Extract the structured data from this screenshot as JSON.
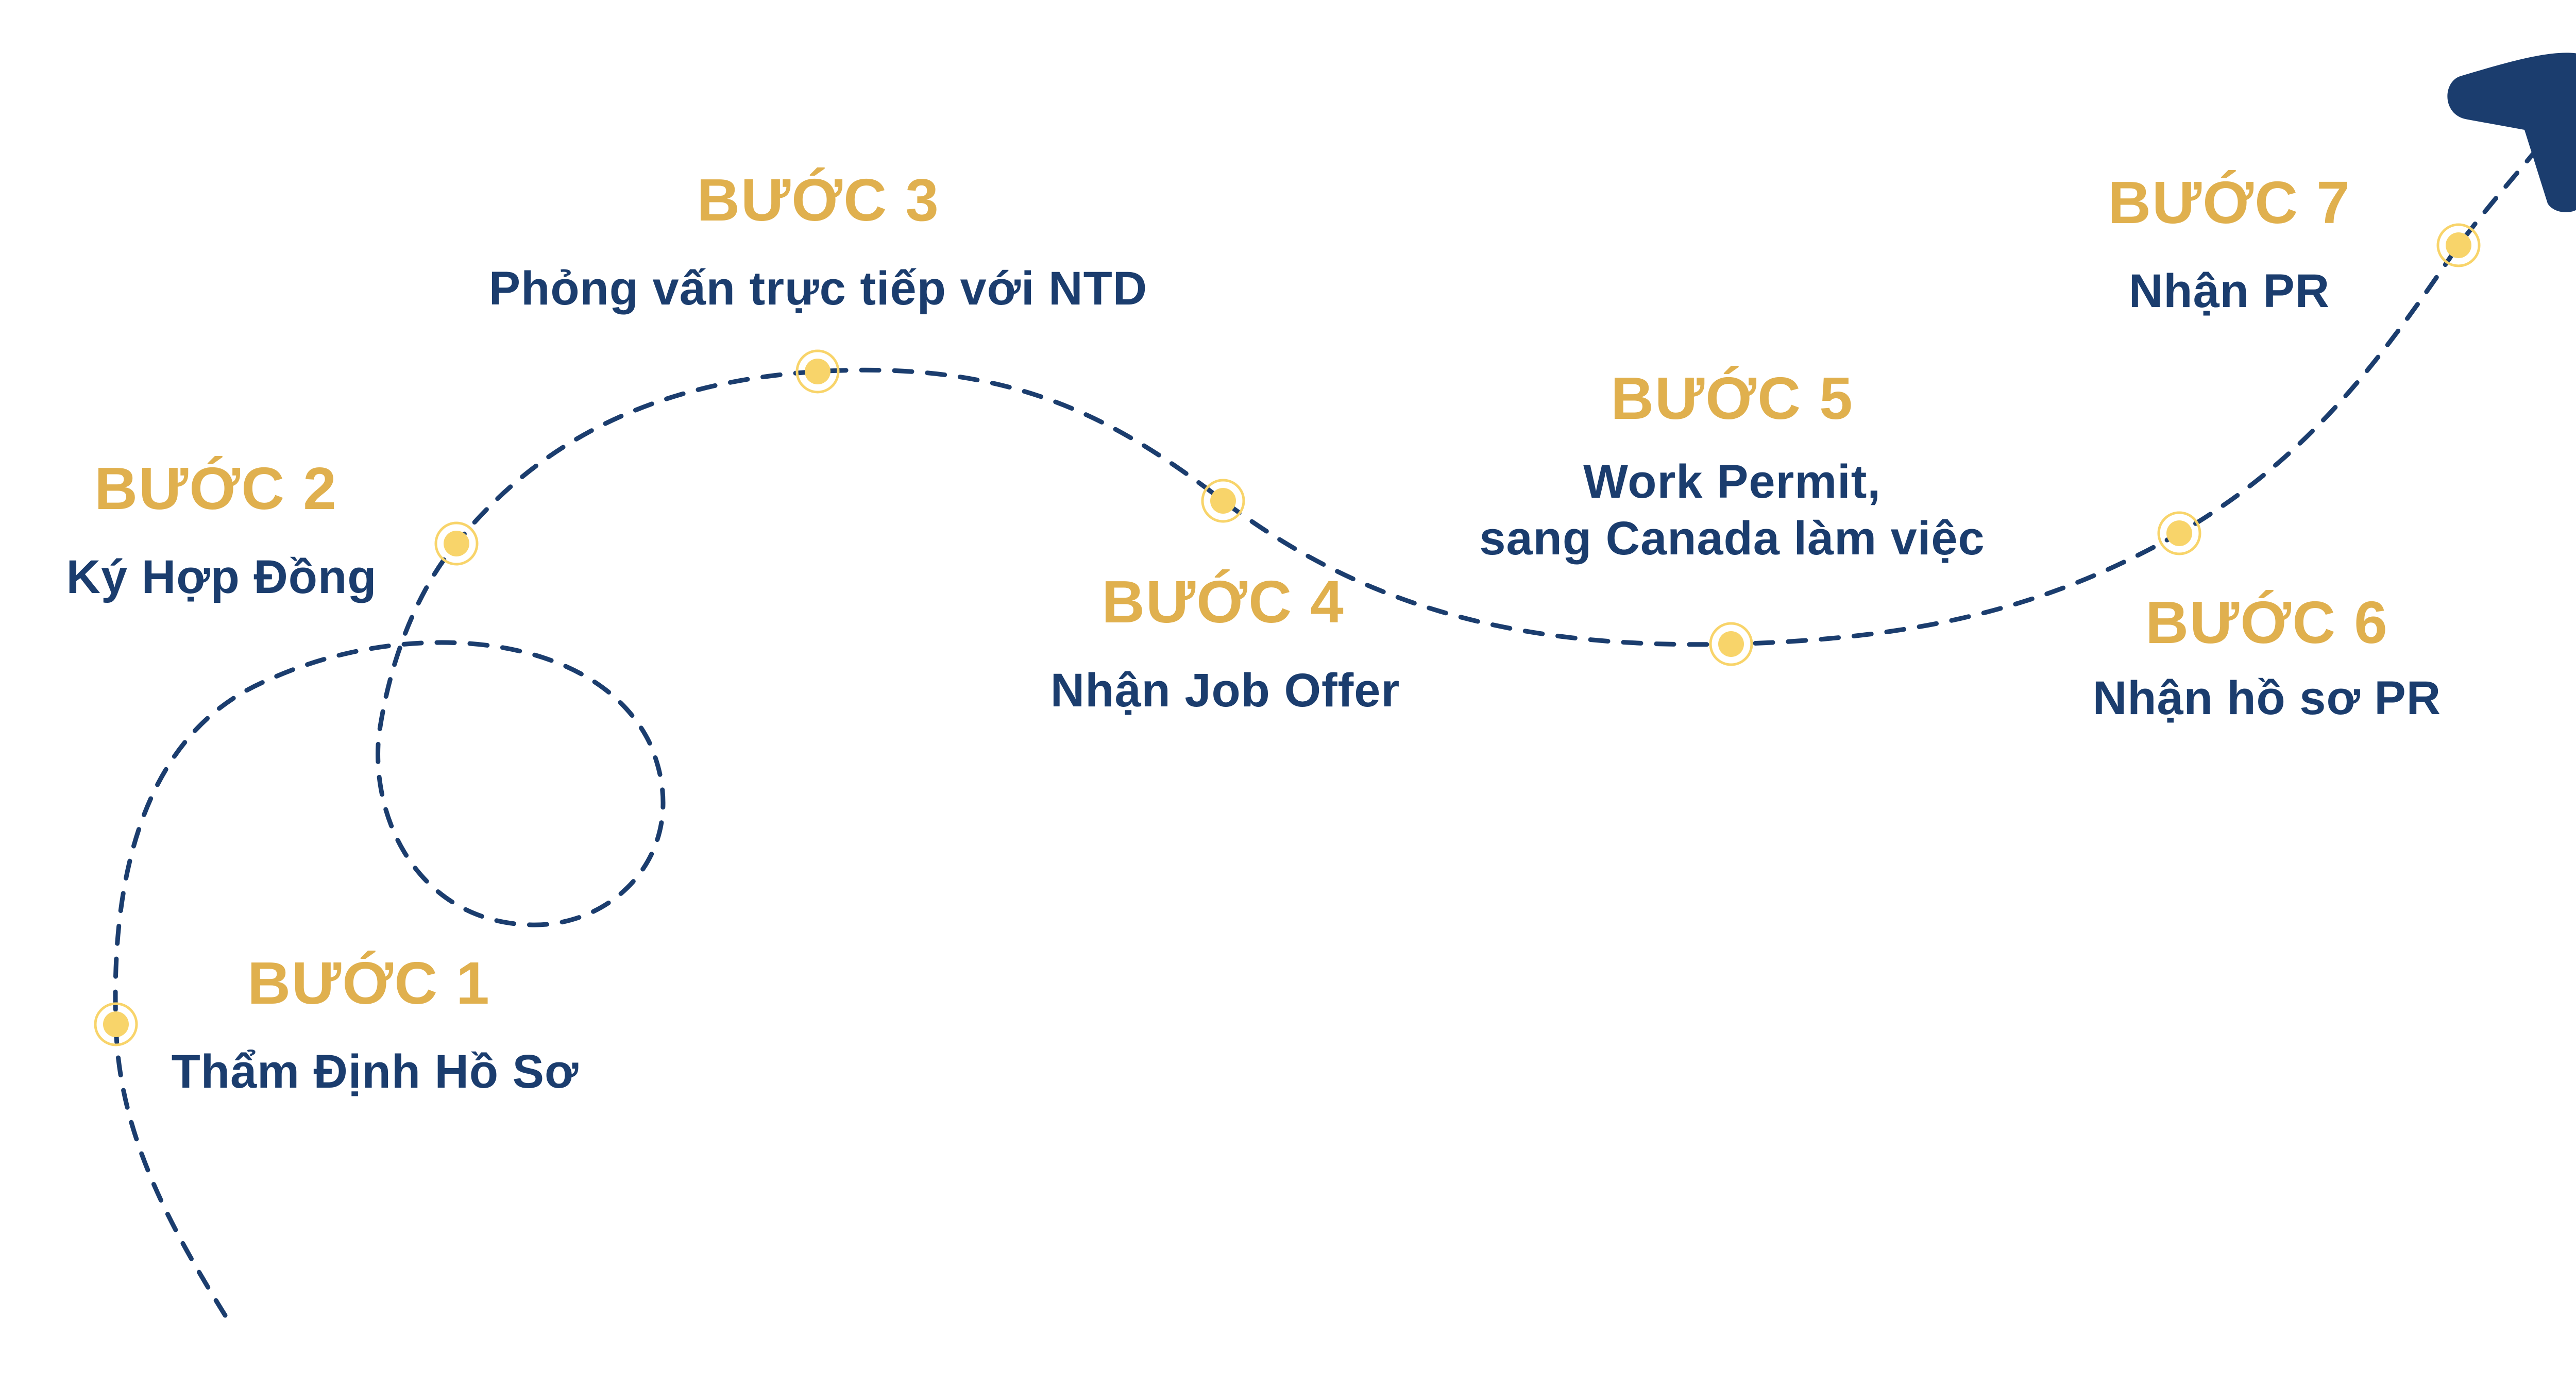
{
  "colors": {
    "title": "#E0B04E",
    "description": "#1B3D6E",
    "path": "#1B3D6E",
    "dot": "#F8D46A",
    "arrow": "#1B3D6E",
    "background": "#FFFFFF"
  },
  "icons": {
    "arrow": "navigation-arrow-icon",
    "milestone": "milestone-dot-icon"
  },
  "steps": [
    {
      "title": "BƯỚC 1",
      "description": "Thẩm Định Hồ Sơ"
    },
    {
      "title": "BƯỚC 2",
      "description": "Ký Hợp Đồng"
    },
    {
      "title": "BƯỚC 3",
      "description": "Phỏng vấn trực tiếp với NTD"
    },
    {
      "title": "BƯỚC 4",
      "description": "Nhận Job Offer"
    },
    {
      "title": "BƯỚC 5",
      "description_lines": [
        "Work Permit,",
        "sang Canada làm việc"
      ]
    },
    {
      "title": "BƯỚC 6",
      "description": "Nhận hồ sơ PR"
    },
    {
      "title": "BƯỚC 7",
      "description": "Nhận PR"
    }
  ]
}
